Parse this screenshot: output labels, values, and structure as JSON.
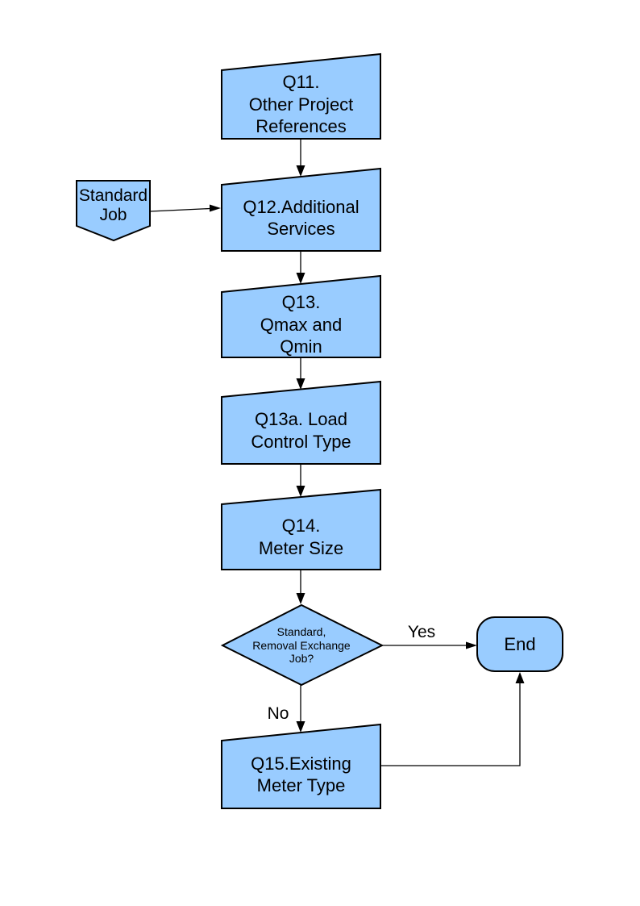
{
  "flowchart": {
    "colors": {
      "node_fill": "#99CCFF",
      "node_border": "#000000",
      "connector": "#000000",
      "text": "#000000",
      "background": "#FFFFFF"
    },
    "nodes": {
      "q11": {
        "shape": "slanted-process-box",
        "label": "Q11.\nOther Project\nReferences"
      },
      "standard_job": {
        "shape": "off-page-connector",
        "label": "Standard\nJob"
      },
      "q12": {
        "shape": "slanted-process-box",
        "label": "Q12.Additional\nServices"
      },
      "q13": {
        "shape": "slanted-process-box",
        "label": "Q13.\nQmax and\nQmin"
      },
      "q13a": {
        "shape": "slanted-process-box",
        "label": "Q13a. Load\nControl Type"
      },
      "q14": {
        "shape": "slanted-process-box",
        "label": "Q14.\nMeter Size"
      },
      "decision": {
        "shape": "diamond",
        "label": "Standard,\nRemoval Exchange\nJob?"
      },
      "end": {
        "shape": "terminator",
        "label": "End"
      },
      "q15": {
        "shape": "slanted-process-box",
        "label": "Q15.Existing\nMeter Type"
      }
    },
    "edge_labels": {
      "yes": "Yes",
      "no": "No"
    }
  }
}
